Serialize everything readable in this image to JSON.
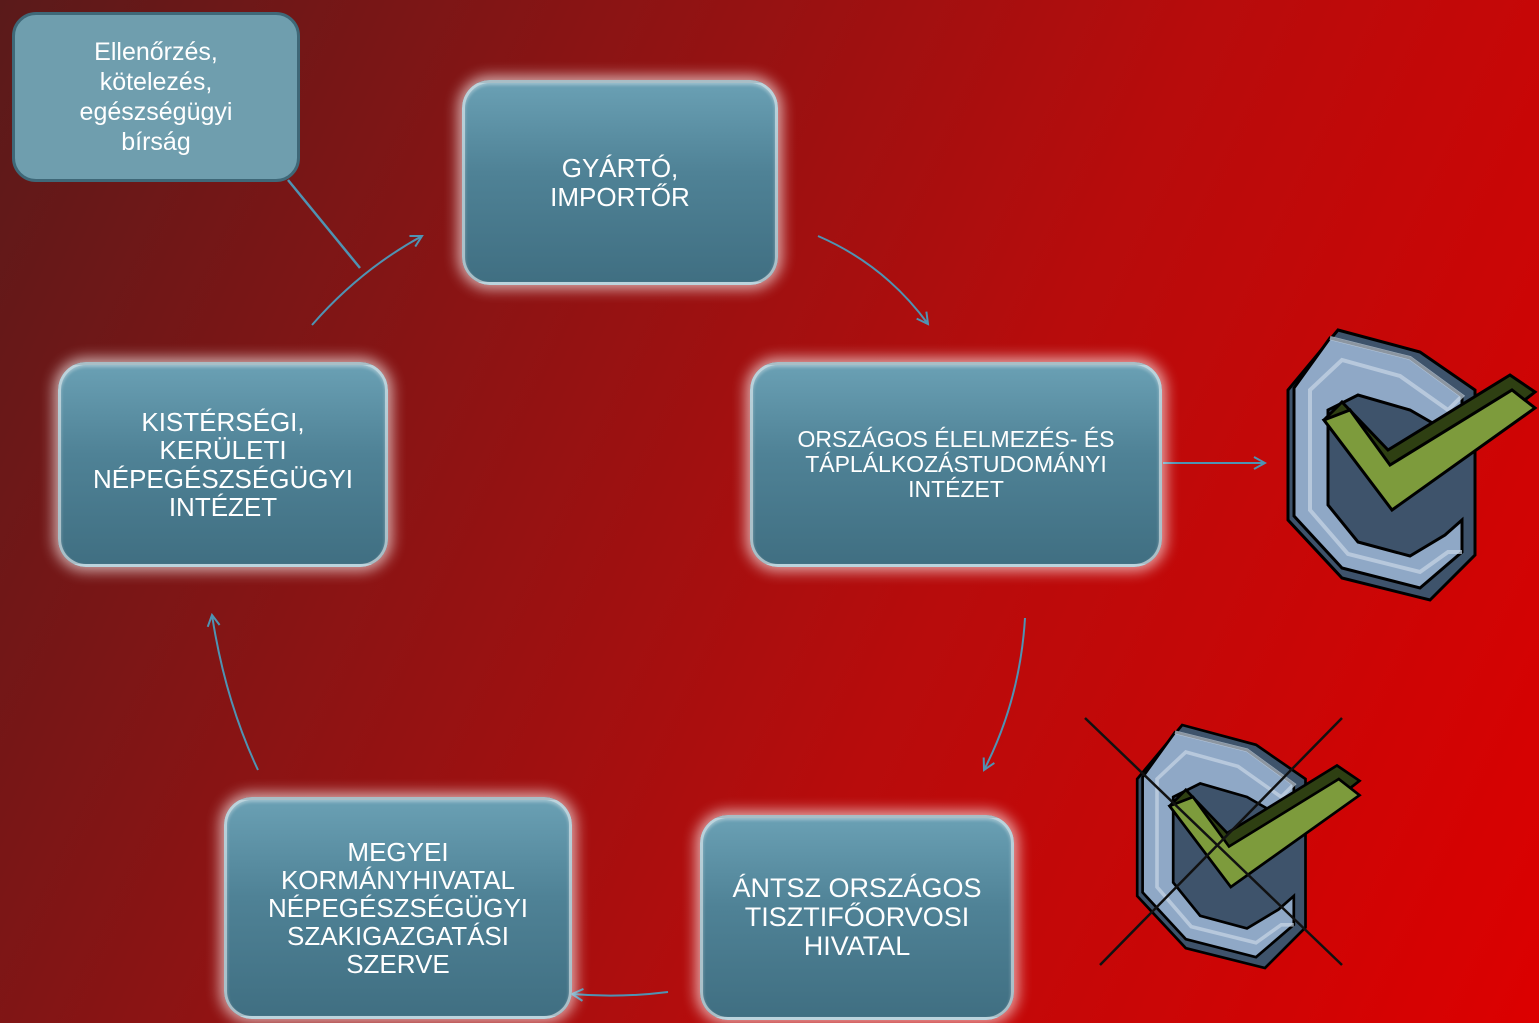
{
  "note": {
    "lines": [
      "Ellenőrzés,",
      "kötelezés,",
      "egészségügyi",
      "bírság"
    ]
  },
  "nodes": {
    "gyarto": {
      "lines": [
        "GYÁRTÓ,",
        "IMPORTŐR"
      ]
    },
    "oeti": {
      "lines": [
        "ORSZÁGOS ÉLELMEZÉS- ÉS",
        "TÁPLÁLKOZÁSTUDOMÁNYI",
        "INTÉZET"
      ]
    },
    "antsz": {
      "lines": [
        "ÁNTSZ ORSZÁGOS",
        "TISZTIFŐORVOSI",
        "HIVATAL"
      ]
    },
    "megyei": {
      "lines": [
        "MEGYEI",
        "KORMÁNYHIVATAL",
        "NÉPEGÉSZSÉGÜGYI",
        "SZAKIGAZGATÁSI",
        "SZERVE"
      ]
    },
    "kisterségi": {
      "lines": [
        "KISTÉRSÉGI,",
        "KERÜLETI",
        "NÉPEGÉSZSÉGÜGYI",
        "INTÉZET"
      ]
    }
  },
  "icons": {
    "approved": "check-badge-icon",
    "rejected": "crossed-check-badge-icon"
  },
  "colors": {
    "node": "#4f8296",
    "arrow": "#4f93b3",
    "badge": "#8fa8c6",
    "check": "#7a9a3a",
    "cross": "#111111"
  }
}
